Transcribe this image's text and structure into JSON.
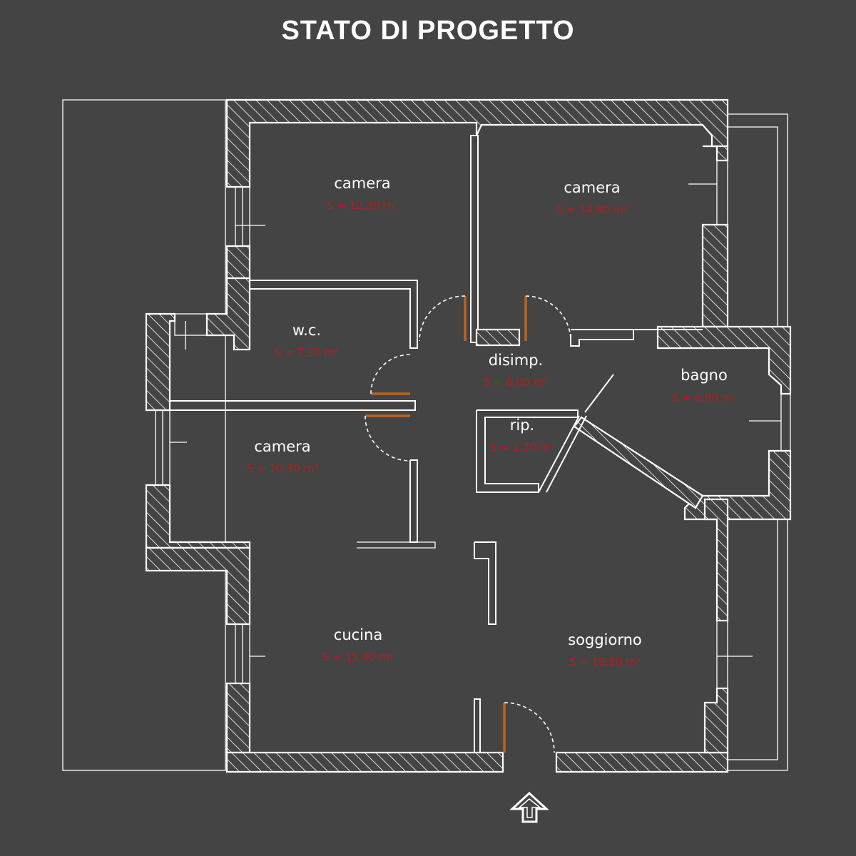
{
  "title": "STATO DI PROGETTO",
  "colors": {
    "background": "#444444",
    "walls": "#ffffff",
    "area_text": "#b71c1c",
    "doors": "#c0621c"
  },
  "rooms": [
    {
      "name": "camera",
      "area": "S = 12,30 m²"
    },
    {
      "name": "camera",
      "area": "S = 14,80 m²"
    },
    {
      "name": "w.c.",
      "area": "S = 7,20 m²"
    },
    {
      "name": "disimp.",
      "area": "S = 6,00 m²"
    },
    {
      "name": "bagno",
      "area": "S = 6,90 m²"
    },
    {
      "name": "camera",
      "area": "S = 10,30 m²"
    },
    {
      "name": "rip.",
      "area": "S = 1,70 m²"
    },
    {
      "name": "cucina",
      "area": "S = 15,40 m²"
    },
    {
      "name": "soggiorno",
      "area": "S = 19,50 m²"
    }
  ],
  "entrance_icon": "entrance-arrow-icon"
}
